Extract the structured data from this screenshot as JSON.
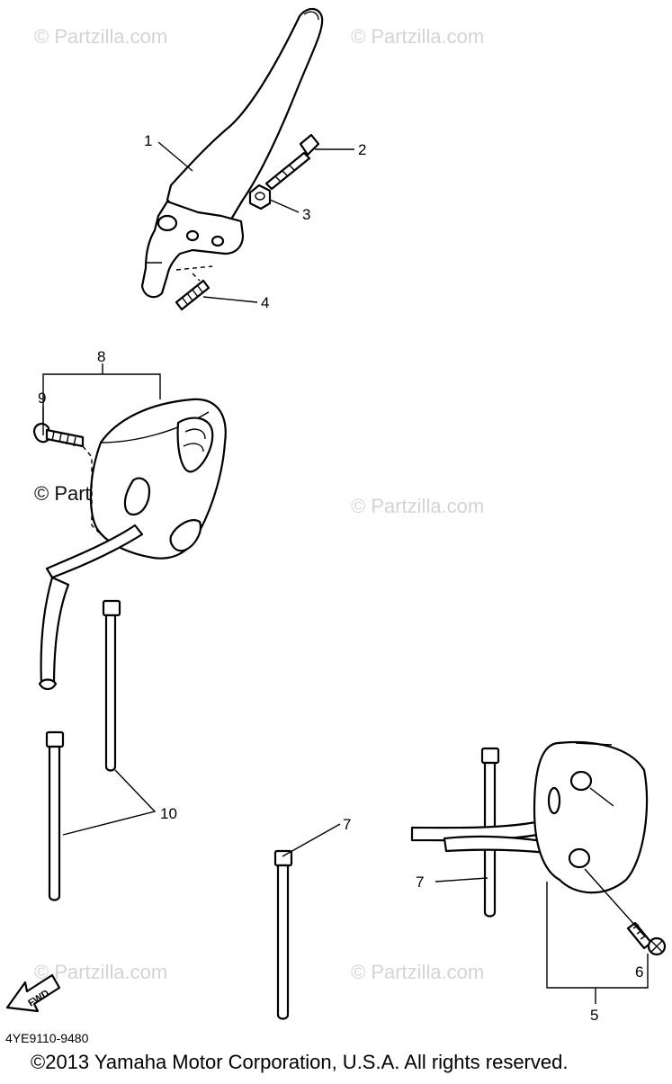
{
  "watermark": "© Partzilla.com",
  "callouts": [
    "1",
    "2",
    "3",
    "4",
    "5",
    "6",
    "7",
    "7",
    "8",
    "9",
    "10"
  ],
  "fwd_label": "FWD",
  "part_code": "4YE9110-9480",
  "copyright": "©2013  Yamaha Motor Corporation, U.S.A. All rights reserved."
}
